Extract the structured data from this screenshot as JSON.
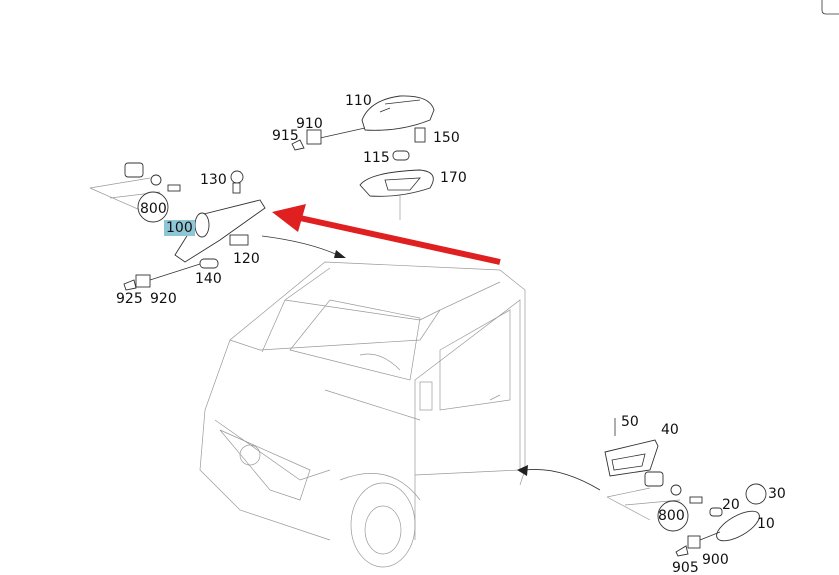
{
  "diagram": {
    "labels": {
      "p110": "110",
      "p910": "910",
      "p915": "915",
      "p150": "150",
      "p115": "115",
      "p170": "170",
      "p130": "130",
      "p800a": "800",
      "p100": "100",
      "p120": "120",
      "p140": "140",
      "p925": "925",
      "p920": "920",
      "p50": "50",
      "p40": "40",
      "p30": "30",
      "p20": "20",
      "p800b": "800",
      "p10": "10",
      "p900": "900",
      "p905": "905"
    },
    "highlighted_part": "100",
    "colors": {
      "highlight": "#8fc6d6",
      "pointer_arrow": "#e02020",
      "line": "#333333"
    }
  }
}
